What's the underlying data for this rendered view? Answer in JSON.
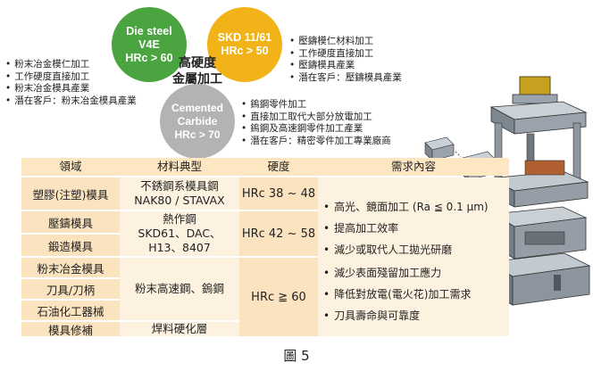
{
  "circles": {
    "die_steel": [
      "Die steel",
      "V4E",
      "HRc > 60"
    ],
    "skd": [
      "SKD 11/61",
      "HRc > 50"
    ],
    "cemented": [
      "Cemented",
      "Carbide",
      "HRc > 70"
    ]
  },
  "center_label": [
    "高硬度",
    "金屬加工"
  ],
  "left_notes": [
    "粉末冶金模仁加工",
    "工作硬度直接加工",
    "粉末冶金模具產業",
    "潛在客戶：粉末冶金模具產業"
  ],
  "right_notes": [
    "壓鑄模仁材料加工",
    "工作硬度直接加工",
    "壓鑄模具產業",
    "潛在客戶：壓鑄模具產業"
  ],
  "bottom_notes": [
    "鎢鋼零件加工",
    "直接加工取代大部分放電加工",
    "鎢鋼及高速鋼零件加工產業",
    "潛在客戶：精密零件加工專業廠商"
  ],
  "table": {
    "headers": [
      "領域",
      "材料典型",
      "硬度",
      "需求內容"
    ],
    "fields": [
      "塑膠(注塑)模具",
      "壓鑄模具",
      "鍛造模具",
      "粉末冶金模具",
      "刀具/刀柄",
      "石油化工器械",
      "模具修補"
    ],
    "materials": {
      "row1": [
        "不銹鋼系模具鋼",
        "NAK80 / STAVAX"
      ],
      "row2": [
        "熱作鋼",
        "SKD61、DAC、",
        "H13、8407"
      ],
      "row3": [
        "粉末高速鋼、鎢鋼"
      ],
      "row4": [
        "焊料硬化層"
      ]
    },
    "hardness": [
      "HRc 38 ~ 48",
      "HRc 42 ~ 58",
      "HRc ≧ 60"
    ],
    "needs": [
      "高光、鏡面加工 (Ra ≦ 0.1 μm)",
      "提高加工效率",
      "減少或取代人工拋光研磨",
      "減少表面殘留加工應力",
      "降低對放電(電火花)加工需求",
      "刀具壽命與可靠度"
    ]
  },
  "caption": "圖 5"
}
